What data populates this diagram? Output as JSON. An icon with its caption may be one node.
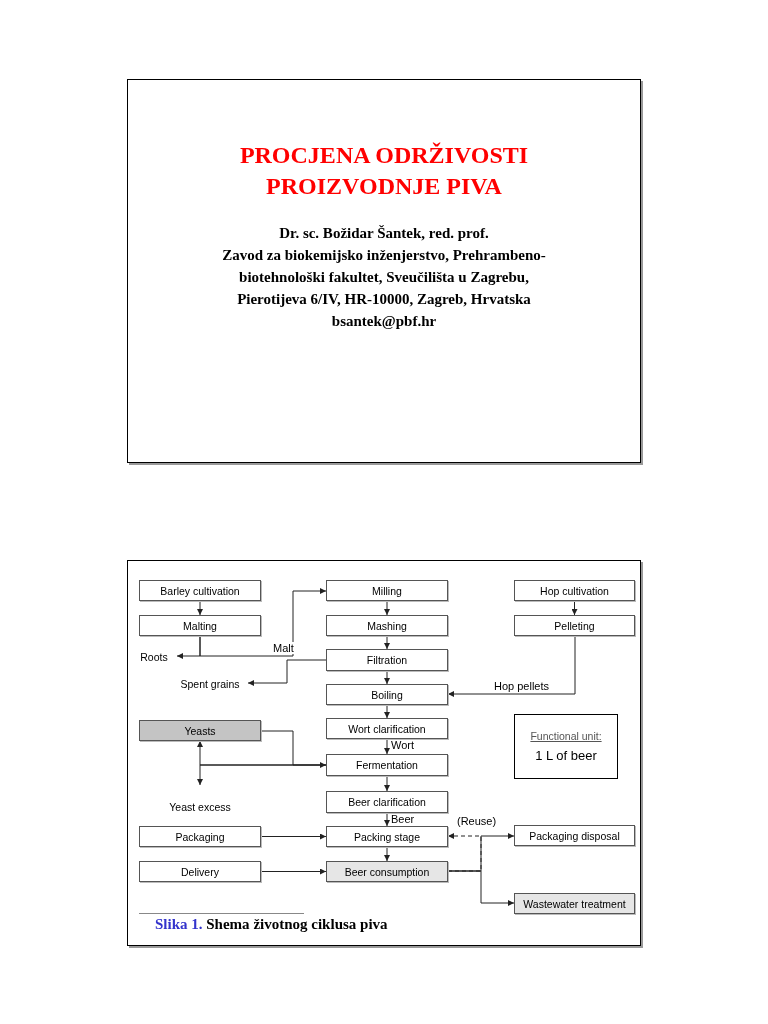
{
  "diagram": {
    "title": "PROCJENA ODRŽIVOSTI PROIZVODNJE PIVA",
    "caption": "Slika 1. Shema životnog ciklusa piva",
    "nodes": [
      {
        "text": [
          "Barley cultivation"
        ]
      },
      {
        "text": [
          "Malting"
        ]
      },
      {
        "text": [
          "Roots"
        ]
      },
      {
        "text": [
          "Spent grains"
        ]
      },
      {
        "text": [
          "Milling"
        ]
      },
      {
        "text": [
          "Mashing"
        ]
      },
      {
        "text": [
          "Filtration"
        ]
      },
      {
        "text": [
          "Boiling"
        ]
      },
      {
        "text": [
          "Wort clarification"
        ]
      },
      {
        "text": [
          "Fermentation"
        ]
      },
      {
        "text": [
          "Beer clarification"
        ]
      },
      {
        "text": [
          "Packing stage"
        ]
      },
      {
        "text": [
          "Beer consumption"
        ]
      },
      {
        "text": [
          "Hop cultivation"
        ]
      },
      {
        "text": [
          "Pelleting"
        ]
      },
      {
        "text": [
          "Yeasts"
        ]
      },
      {
        "text": [
          "Yeast excess"
        ]
      },
      {
        "text": [
          "Packaging"
        ]
      },
      {
        "text": [
          "Delivery"
        ]
      },
      {
        "text": [
          "Functional unit:",
          "1 L of beer"
        ]
      },
      {
        "text": [
          "Packaging disposal"
        ]
      },
      {
        "text": [
          "Wastewater treatment"
        ]
      }
    ],
    "edges": [
      {
        "from": 0,
        "to": 1,
        "arrow": "to"
      },
      {
        "from": 1,
        "to": 2,
        "arrow": "to"
      },
      {
        "from": 1,
        "to": 4,
        "arrow": "to",
        "label": "Malt"
      },
      {
        "from": 4,
        "to": 5,
        "arrow": "to"
      },
      {
        "from": 5,
        "to": 6,
        "arrow": "to"
      },
      {
        "from": 6,
        "to": 7,
        "arrow": "to"
      },
      {
        "from": 7,
        "to": 8,
        "arrow": "to"
      },
      {
        "from": 6,
        "to": 3,
        "arrow": "to"
      },
      {
        "from": 8,
        "to": 9,
        "arrow": "to",
        "label": "Wort"
      },
      {
        "from": 9,
        "to": 10,
        "arrow": "to"
      },
      {
        "from": 10,
        "to": 11,
        "arrow": "to",
        "label": "Beer"
      },
      {
        "from": 11,
        "to": 12,
        "arrow": "to"
      },
      {
        "from": 13,
        "to": 14,
        "arrow": "to"
      },
      {
        "from": 14,
        "to": 7,
        "arrow": "to",
        "label": "Hop pellets"
      },
      {
        "from": 15,
        "to": 9,
        "arrow": "to"
      },
      {
        "from": 9,
        "to": 15,
        "arrow": "to"
      },
      {
        "from": 9,
        "to": 16,
        "arrow": "to"
      },
      {
        "from": 17,
        "to": 11,
        "arrow": "to"
      },
      {
        "from": 18,
        "to": 12,
        "arrow": "to"
      },
      {
        "from": 12,
        "to": 11,
        "arrow": "to",
        "label": "(Reuse)",
        "style": "dashed"
      },
      {
        "from": 12,
        "to": 20,
        "arrow": "to"
      },
      {
        "from": 12,
        "to": 21,
        "arrow": "to"
      }
    ],
    "labels": [
      "Dr. sc. Božidar Šantek, red. prof.",
      "Zavod za biokemijsko inženjerstvo, Prehrambeno-biotehnološki fakultet, Sveučilišta u Zagrebu, Pierotijeva 6/IV, HR-10000, Zagreb, Hrvatska",
      "bsantek@pbf.hr"
    ]
  }
}
